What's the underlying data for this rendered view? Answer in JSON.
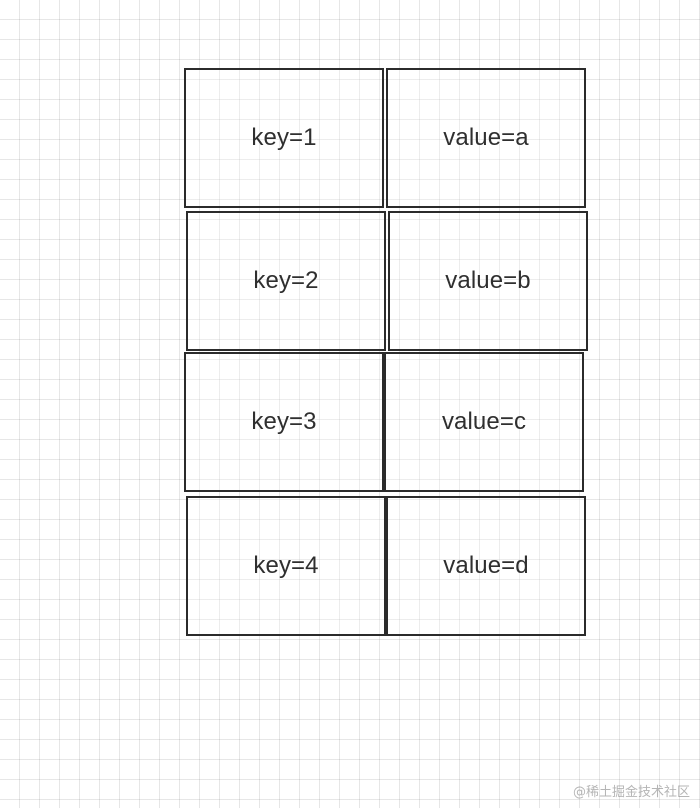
{
  "rows": [
    {
      "key": "key=1",
      "value": "value=a"
    },
    {
      "key": "key=2",
      "value": "value=b"
    },
    {
      "key": "key=3",
      "value": "value=c"
    },
    {
      "key": "key=4",
      "value": "value=d"
    }
  ],
  "watermark": "@稀土掘金技术社区",
  "colors": {
    "background": "#ffffff",
    "grid": "#e0e0e0",
    "border": "#2b2b2b",
    "text": "#2f2f2f"
  }
}
